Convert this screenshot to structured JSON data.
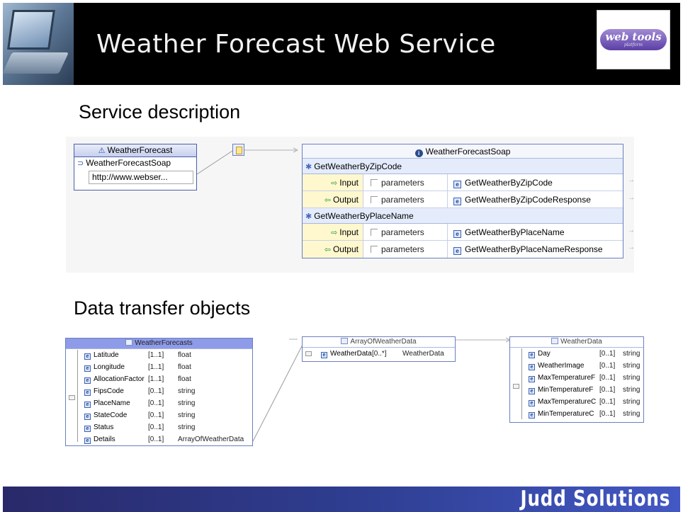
{
  "header": {
    "title": "Weather Forecast Web Service",
    "logo_text": "web tools",
    "logo_subtext": "platform"
  },
  "sections": {
    "service_description": "Service description",
    "data_transfer_objects": "Data transfer objects"
  },
  "service": {
    "name": "WeatherForecast",
    "port": "WeatherForecastSoap",
    "address": "http://www.webser..."
  },
  "port_type": {
    "name": "WeatherForecastSoap",
    "operations": [
      {
        "name": "GetWeatherByZipCode",
        "messages": [
          {
            "direction": "Input",
            "part": "parameters",
            "element": "GetWeatherByZipCode"
          },
          {
            "direction": "Output",
            "part": "parameters",
            "element": "GetWeatherByZipCodeResponse"
          }
        ]
      },
      {
        "name": "GetWeatherByPlaceName",
        "messages": [
          {
            "direction": "Input",
            "part": "parameters",
            "element": "GetWeatherByPlaceName"
          },
          {
            "direction": "Output",
            "part": "parameters",
            "element": "GetWeatherByPlaceNameResponse"
          }
        ]
      }
    ]
  },
  "dto": {
    "weather_forecasts": {
      "title": "WeatherForecasts",
      "fields": [
        {
          "name": "Latitude",
          "card": "[1..1]",
          "type": "float"
        },
        {
          "name": "Longitude",
          "card": "[1..1]",
          "type": "float"
        },
        {
          "name": "AllocationFactor",
          "card": "[1..1]",
          "type": "float"
        },
        {
          "name": "FipsCode",
          "card": "[0..1]",
          "type": "string"
        },
        {
          "name": "PlaceName",
          "card": "[0..1]",
          "type": "string"
        },
        {
          "name": "StateCode",
          "card": "[0..1]",
          "type": "string"
        },
        {
          "name": "Status",
          "card": "[0..1]",
          "type": "string"
        },
        {
          "name": "Details",
          "card": "[0..1]",
          "type": "ArrayOfWeatherData"
        }
      ]
    },
    "array_of_weather_data": {
      "title": "ArrayOfWeatherData",
      "fields": [
        {
          "name": "WeatherData",
          "card": "[0..*]",
          "type": "WeatherData"
        }
      ]
    },
    "weather_data": {
      "title": "WeatherData",
      "fields": [
        {
          "name": "Day",
          "card": "[0..1]",
          "type": "string"
        },
        {
          "name": "WeatherImage",
          "card": "[0..1]",
          "type": "string"
        },
        {
          "name": "MaxTemperatureF",
          "card": "[0..1]",
          "type": "string"
        },
        {
          "name": "MinTemperatureF",
          "card": "[0..1]",
          "type": "string"
        },
        {
          "name": "MaxTemperatureC",
          "card": "[0..1]",
          "type": "string"
        },
        {
          "name": "MinTemperatureC",
          "card": "[0..1]",
          "type": "string"
        }
      ]
    }
  },
  "footer": {
    "brand": "Judd Solutions"
  },
  "colors": {
    "header_bg": "#000000",
    "footer_start": "#29296a",
    "footer_end": "#4358c4",
    "diagram_border": "#6a7fbf",
    "message_cell": "#fff8cf",
    "operation_row": "#e4ecfb",
    "selected_title": "#8e9be8"
  }
}
